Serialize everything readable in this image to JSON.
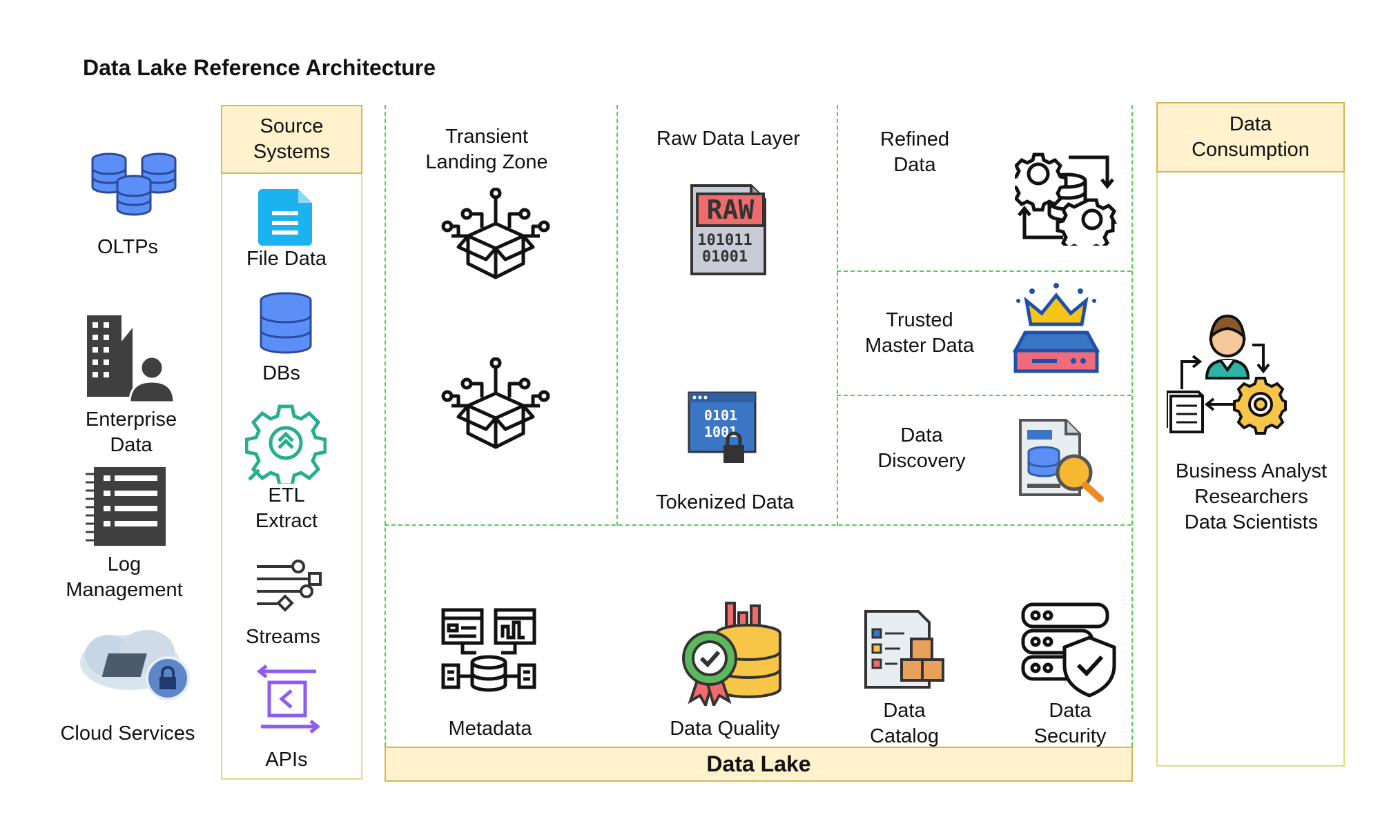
{
  "title": "Data Lake Reference Architecture",
  "left_sources": [
    {
      "label": "OLTPs",
      "icon": "database-cluster-icon"
    },
    {
      "label": "Enterprise\nData",
      "icon": "enterprise-building-user-icon"
    },
    {
      "label": "Log\nManagement",
      "icon": "log-document-icon"
    },
    {
      "label": "Cloud Services",
      "icon": "cloud-lock-icon"
    }
  ],
  "source_systems": {
    "header": "Source\nSystems",
    "items": [
      {
        "label": "File Data",
        "icon": "file-icon"
      },
      {
        "label": "DBs",
        "icon": "database-icon"
      },
      {
        "label": "ETL\nExtract",
        "icon": "etl-gear-icon"
      },
      {
        "label": "Streams",
        "icon": "streams-icon"
      },
      {
        "label": "APIs",
        "icon": "api-icon"
      }
    ]
  },
  "zones": {
    "transient": "Transient\nLanding Zone",
    "raw": "Raw Data Layer",
    "tokenized": "Tokenized Data",
    "refined": "Refined\nData",
    "trusted": "Trusted\nMaster Data",
    "discovery": "Data\nDiscovery"
  },
  "raw_icon_text": {
    "badge": "RAW",
    "line1": "101011",
    "line2": "01001"
  },
  "token_icon_text": {
    "line1": "0101",
    "line2": "1001"
  },
  "governance": [
    {
      "label": "Metadata",
      "icon": "metadata-icon"
    },
    {
      "label": "Data Quality",
      "icon": "data-quality-icon"
    },
    {
      "label": "Data\nCatalog",
      "icon": "data-catalog-icon"
    },
    {
      "label": "Data\nSecurity",
      "icon": "data-security-icon"
    }
  ],
  "data_lake_label": "Data Lake",
  "consumption": {
    "header": "Data\nConsumption",
    "label": "Business Analyst\nResearchers\nData Scientists",
    "icon": "consumer-process-icon"
  },
  "colors": {
    "header_fill": "#fff2cc",
    "header_border": "#d6b656",
    "dashed": "#4fd04f",
    "db_blue": "#4d8ef7",
    "file_blue": "#1ab3f0",
    "etl_green": "#27ae8e",
    "api_purple": "#8b5cf6"
  }
}
